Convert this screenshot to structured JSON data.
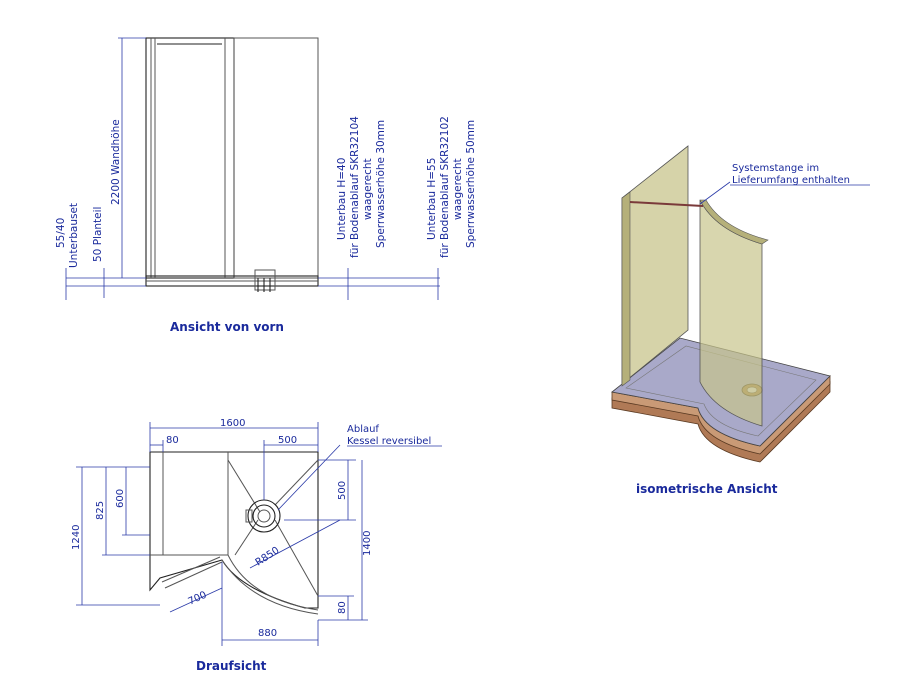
{
  "front_view": {
    "title": "Ansicht von vorn",
    "labels": {
      "unterbauset": "Unterbauset",
      "unterbauset_val": "55/40",
      "planteil": "50 Planteil",
      "wandhoehe": "2200 Wandhöhe",
      "u40_line1": "Unterbau H=40",
      "u40_line2": "für Bodenablauf SKR32104",
      "u40_line3": "waagerecht",
      "u40_line4": "Sperrwasserhöhe 30mm",
      "u55_line1": "Unterbau H=55",
      "u55_line2": "für Bodenablauf SKR32102",
      "u55_line3": "waagerecht",
      "u55_line4": "Sperrwasserhöhe 50mm"
    }
  },
  "top_view": {
    "title": "Draufsicht",
    "dims": {
      "w1600": "1600",
      "w80": "80",
      "w500": "500",
      "h825": "825",
      "h600": "600",
      "h1240": "1240",
      "h500": "500",
      "h1400": "1400",
      "h80": "80",
      "r850": "R850",
      "d700": "700",
      "w880": "880"
    },
    "ablauf_line1": "Ablauf",
    "ablauf_line2": "Kessel reversibel"
  },
  "iso_view": {
    "title": "isometrische Ansicht",
    "note_line1": "Systemstange im",
    "note_line2": "Lieferumfang enthalten"
  },
  "colors": {
    "dimension": "#1a2a9c",
    "glass": "#c8c48c",
    "tray": "#a9a9c9",
    "base": "#b07a56"
  }
}
